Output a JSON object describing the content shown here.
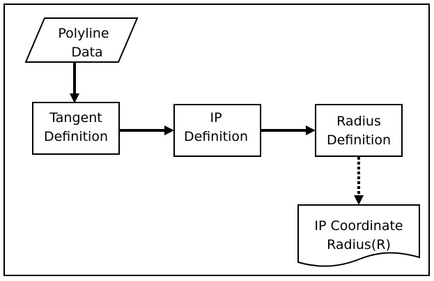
{
  "nodes": {
    "polyline_data": {
      "line1": "Polyline",
      "line2": "Data"
    },
    "tangent_definition": {
      "line1": "Tangent",
      "line2": "Definition"
    },
    "ip_definition": {
      "line1": "IP",
      "line2": "Definition"
    },
    "radius_definition": {
      "line1": "Radius",
      "line2": "Definition"
    },
    "ip_coordinate_radius": {
      "line1": "IP Coordinate",
      "line2": "Radius(R)"
    }
  },
  "edges": [
    {
      "from": "polyline_data",
      "to": "tangent_definition",
      "style": "solid"
    },
    {
      "from": "tangent_definition",
      "to": "ip_definition",
      "style": "solid"
    },
    {
      "from": "ip_definition",
      "to": "radius_definition",
      "style": "solid"
    },
    {
      "from": "radius_definition",
      "to": "ip_coordinate_radius",
      "style": "dotted"
    }
  ],
  "colors": {
    "stroke": "#000000",
    "fill": "#ffffff",
    "text": "#000000"
  }
}
